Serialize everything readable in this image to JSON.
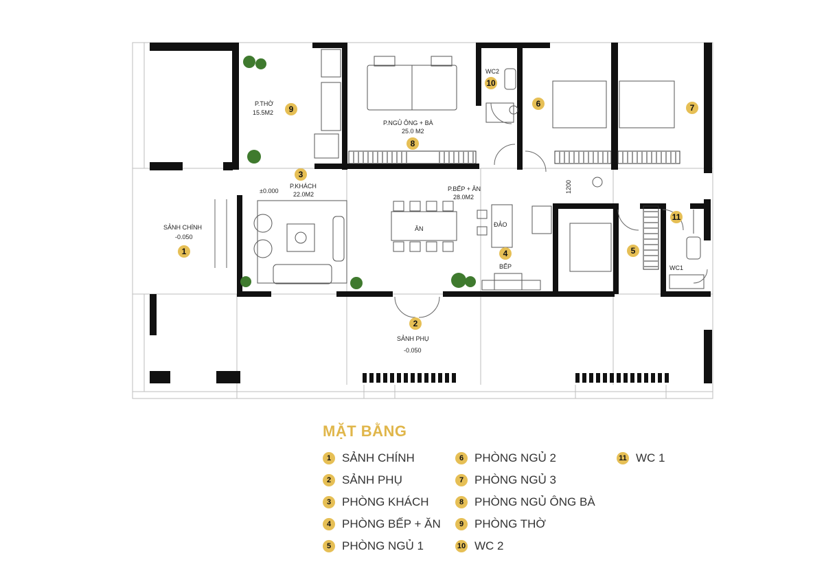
{
  "colors": {
    "wall": "#111111",
    "badge": "#e6bf55",
    "title": "#e0b64a",
    "plant": "#3f7a2e"
  },
  "rooms": [
    {
      "id": "sanh-chinh",
      "num": "1",
      "name": "SẢNH CHÍNH",
      "sub": "-0.050"
    },
    {
      "id": "sanh-phu",
      "num": "2",
      "name": "SẢNH PHỤ",
      "sub": "-0.050"
    },
    {
      "id": "p-khach",
      "num": "3",
      "name": "P.KHÁCH",
      "sub": "22.0M2"
    },
    {
      "id": "bep",
      "num": "4",
      "name": "BẾP",
      "sub": ""
    },
    {
      "id": "pn1",
      "num": "5",
      "name": "",
      "sub": ""
    },
    {
      "id": "pn2",
      "num": "6",
      "name": "",
      "sub": ""
    },
    {
      "id": "pn3",
      "num": "7",
      "name": "",
      "sub": ""
    },
    {
      "id": "pn-ong-ba",
      "num": "8",
      "name": "P.NGỦ ÔNG + BÀ",
      "sub": "25.0 M2"
    },
    {
      "id": "p-tho",
      "num": "9",
      "name": "P.THỜ",
      "sub": "15.5M2"
    },
    {
      "id": "wc2",
      "num": "10",
      "name": "WC2",
      "sub": ""
    },
    {
      "id": "wc1",
      "num": "11",
      "name": "WC1",
      "sub": ""
    }
  ],
  "plan_labels": {
    "bep_an": "P.BẾP + ĂN",
    "bep_an_area": "28.0M2",
    "an": "ĂN",
    "dao": "ĐẢO",
    "level": "±0.000",
    "dim": "1200"
  },
  "legend": {
    "title": "MẶT BẰNG",
    "items": [
      {
        "num": "1",
        "label": "SẢNH CHÍNH"
      },
      {
        "num": "2",
        "label": "SẢNH PHỤ"
      },
      {
        "num": "3",
        "label": "PHÒNG KHÁCH"
      },
      {
        "num": "4",
        "label": "PHÒNG BẾP + ĂN"
      },
      {
        "num": "5",
        "label": "PHÒNG NGỦ 1"
      },
      {
        "num": "6",
        "label": "PHÒNG NGỦ 2"
      },
      {
        "num": "7",
        "label": "PHÒNG NGỦ 3"
      },
      {
        "num": "8",
        "label": "PHÒNG NGỦ ÔNG BÀ"
      },
      {
        "num": "9",
        "label": "PHÒNG THỜ"
      },
      {
        "num": "10",
        "label": "WC 2"
      },
      {
        "num": "11",
        "label": "WC 1"
      }
    ]
  }
}
